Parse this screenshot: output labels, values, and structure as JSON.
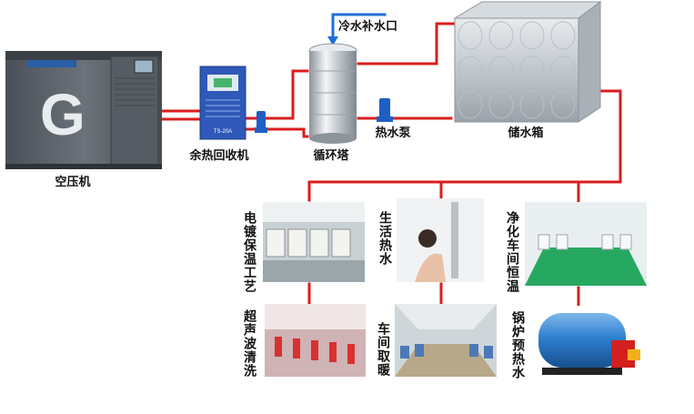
{
  "colors": {
    "pipe_red": "#d91e1e",
    "pipe_blue": "#1e6fd9",
    "compressor_body": "#5b6168",
    "recovery_unit": "#2f58b8",
    "steel": "#c9ced4",
    "boiler_blue": "#2e7fd0"
  },
  "diagram": {
    "cold_inlet": "冷水补水口",
    "compressor": "空压机",
    "heat_recovery": "余热回收机",
    "circulation_tower": "循环塔",
    "hot_pump": "热水泵",
    "storage_tank": "储水箱",
    "uses": {
      "plating": "电镀保温工艺",
      "domestic": "生活热水",
      "cleanroom": "净化车间恒温",
      "ultrasonic": "超声波清洗",
      "workshop": "车间取暖",
      "boiler": "锅炉预热水"
    }
  },
  "device_text": {
    "compressor_logo": "G",
    "recovery_model": "TS-20A"
  }
}
